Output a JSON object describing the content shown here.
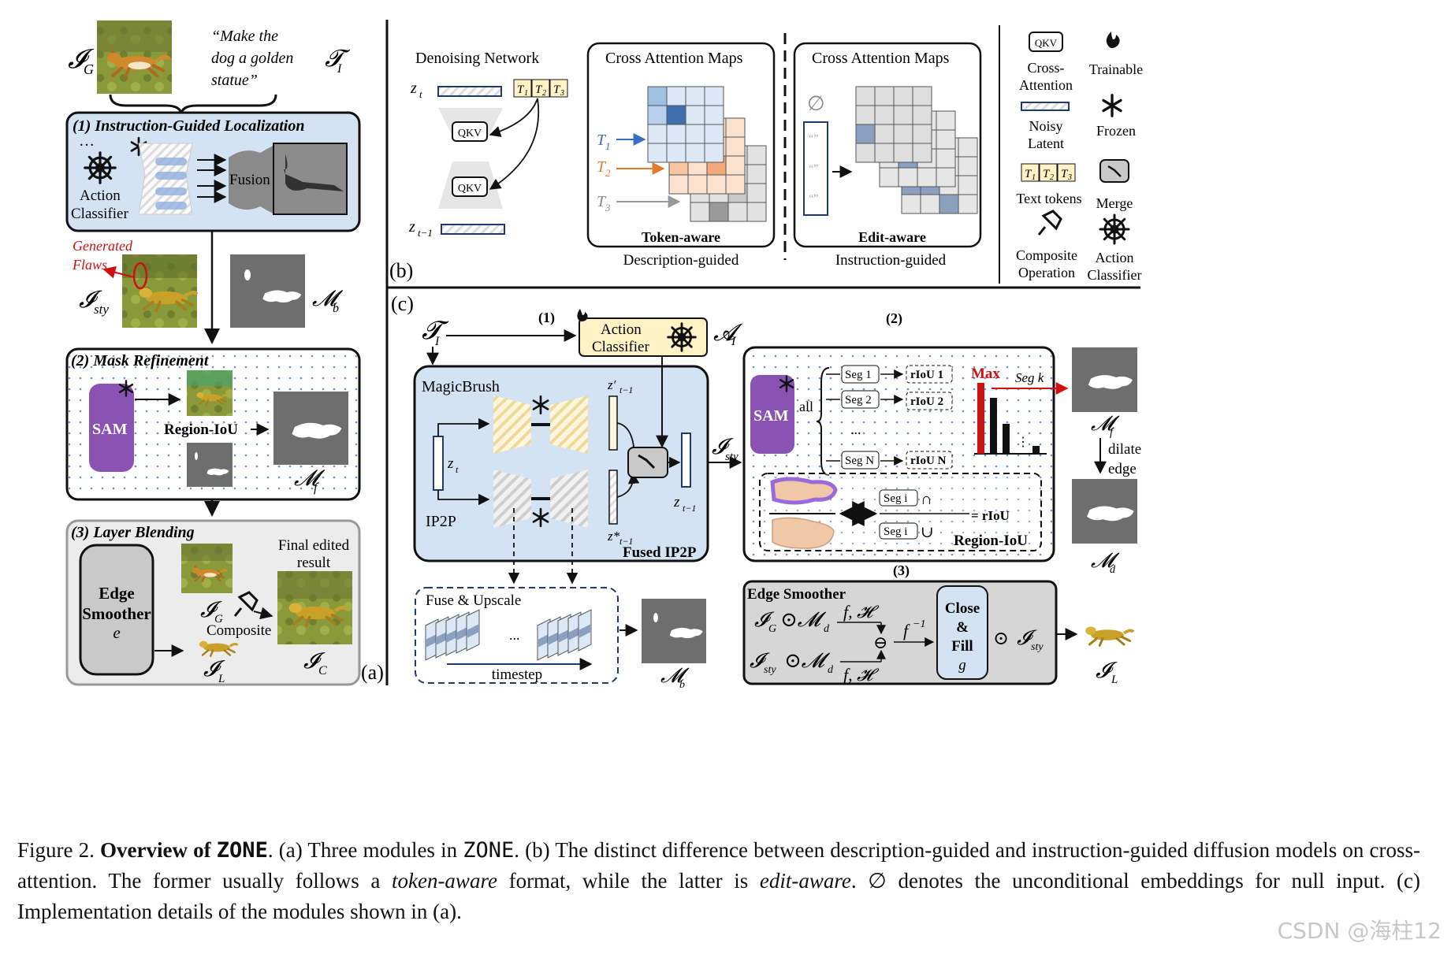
{
  "panel_a": {
    "input_image_symbol": "𝓘",
    "input_image_sub": "G",
    "instruction_lines": [
      "“Make the",
      "dog a golden",
      "statue”"
    ],
    "instruction_symbol": "𝓣",
    "instruction_sub": "I",
    "step1_title": "(1) Instruction-Guided Localization",
    "action_classifier_label": [
      "Action",
      "Classifier"
    ],
    "fusion_label": "Fusion",
    "generated_flaws_label": [
      "Generated",
      "Flaws"
    ],
    "i_sty_symbol": "𝓘",
    "i_sty_sub": "sty",
    "m_b_symbol": "𝓜",
    "m_b_sub": "b",
    "step2_title": "(2) Mask Refinement",
    "sam_label": "SAM",
    "region_iou_label": "Region-IoU",
    "m_f_symbol": "𝓜",
    "m_f_sub": "f",
    "step3_title": "(3) Layer Blending",
    "edge_smoother_label": [
      "Edge",
      "Smoother",
      "e"
    ],
    "i_g_symbol": "𝓘",
    "i_g_sub": "G",
    "composite_label": "Composite",
    "i_l_symbol": "𝓘",
    "i_l_sub": "L",
    "final_result_label": [
      "Final edited",
      "result"
    ],
    "i_c_symbol": "𝓘",
    "i_c_sub": "C",
    "panel_tag": "(a)"
  },
  "panel_b": {
    "denoising_network_label": "Denoising Network",
    "z_t_label": "z",
    "z_t_sub": "t",
    "z_t1_label": "z",
    "z_t1_sub": "t−1",
    "qkv_label": "QKV",
    "tokens": [
      "T",
      "T",
      "T"
    ],
    "token_subs": [
      "1",
      "2",
      "3"
    ],
    "cam_left_title": "Cross Attention Maps",
    "cam_left_bottom": "Token-aware",
    "cam_left_caption": "Description-guided",
    "cam_right_title": "Cross Attention Maps",
    "cam_right_bottom": "Edit-aware",
    "cam_right_caption": "Instruction-guided",
    "null_symbol": "∅",
    "empty_quote": "“”",
    "panel_tag": "(b)"
  },
  "legend": {
    "items": [
      {
        "label": [
          "Cross-",
          "Attention"
        ],
        "icon": "qkv-box"
      },
      {
        "label": [
          "Trainable"
        ],
        "icon": "flame-icon"
      },
      {
        "label": [
          "Noisy",
          "Latent"
        ],
        "icon": "latent-bar"
      },
      {
        "label": [
          "Frozen"
        ],
        "icon": "snowflake-icon"
      },
      {
        "label": [
          "Text tokens"
        ],
        "icon": "token-boxes"
      },
      {
        "label": [
          "Merge"
        ],
        "icon": "merge-icon"
      },
      {
        "label": [
          "Composite",
          "Operation"
        ],
        "icon": "pin-icon"
      },
      {
        "label": [
          "Action",
          "Classifier"
        ],
        "icon": "helm-icon"
      }
    ]
  },
  "panel_c": {
    "panel_tag": "(c)",
    "step1_marker": "(1)",
    "step2_marker": "(2)",
    "step3_marker": "(3)",
    "t_i_symbol": "𝓣",
    "t_i_sub": "I",
    "action_classifier_label": [
      "Action",
      "Classifier"
    ],
    "a_i_symbol": "𝓐",
    "a_i_sub": "I",
    "magicbrush_label": "MagicBrush",
    "ip2p_label": "IP2P",
    "fused_ip2p_label": "Fused IP2P",
    "z_t_prime": "z′",
    "z_t_star": "z*",
    "zsub": "t−1",
    "z_t": "z",
    "z_t_sub": "t",
    "z_out": "z",
    "z_out_sub": "t−1",
    "i_sty_symbol": "𝓘",
    "i_sty_sub": "sty",
    "fuse_upscale_label": "Fuse & Upscale",
    "timestep_label": "timestep",
    "ellipsis": "...",
    "m_b_symbol": "𝓜",
    "m_b_sub": "b",
    "sam_label": "SAM",
    "all_label": "all",
    "segs": [
      {
        "seg": "Seg 1",
        "riou": "rIoU 1"
      },
      {
        "seg": "Seg 2",
        "riou": "rIoU 2"
      },
      {
        "seg": "Seg N",
        "riou": "rIoU N"
      }
    ],
    "dots": "...",
    "max_label": "Max",
    "seg_k_label": "Seg k",
    "seg_i_label": "Seg i",
    "intersect": "∩",
    "union": "∪",
    "riou_eq": "= rIoU",
    "region_iou_label": "Region-IoU",
    "m_f_symbol": "𝓜",
    "m_f_sub": "f",
    "dilate_edge": [
      "dilate",
      "edge"
    ],
    "m_d_symbol": "𝓜",
    "m_d_sub": "d",
    "edge_smoother_label": "Edge Smoother",
    "eq_top": [
      "𝓘",
      "G",
      "⊙𝓜",
      "d"
    ],
    "eq_bot": [
      "𝓘",
      "sty",
      "⊙𝓜",
      "d"
    ],
    "f_h": "f, 𝓗",
    "f_inv": "f",
    "f_inv_sup": "−1",
    "minus": "⊖",
    "close_fill": [
      "Close",
      "&",
      "Fill",
      "g"
    ],
    "odot": "⊙",
    "i_l_symbol": "𝓘",
    "i_l_sub": "L"
  },
  "caption": {
    "fig_label": "Figure 2.",
    "bold_title": "Overview of",
    "bold_name": "ZONE",
    "part1": ". (a) Three modules in ",
    "name_plain": "ZONE",
    "part2": ". (b) The distinct difference between description-guided and instruction-guided diffusion models on cross-attention.  The former usually follows a ",
    "em1": "token-aware",
    "part3": " format, while the latter is ",
    "em2": "edit-aware",
    "part4": ".  ∅ denotes the unconditional embeddings for null input. (c) Implementation details of the modules shown in (a)."
  },
  "watermark": "CSDN @海柱12",
  "colors": {
    "panel_blue": "#d3e3f3",
    "panel_gray": "#d6d6d6",
    "sam_purple": "#8a52b2",
    "accent_red": "#cc1111",
    "token_yellow": "#fff2c4",
    "mask_gray": "#6e6e6e"
  }
}
